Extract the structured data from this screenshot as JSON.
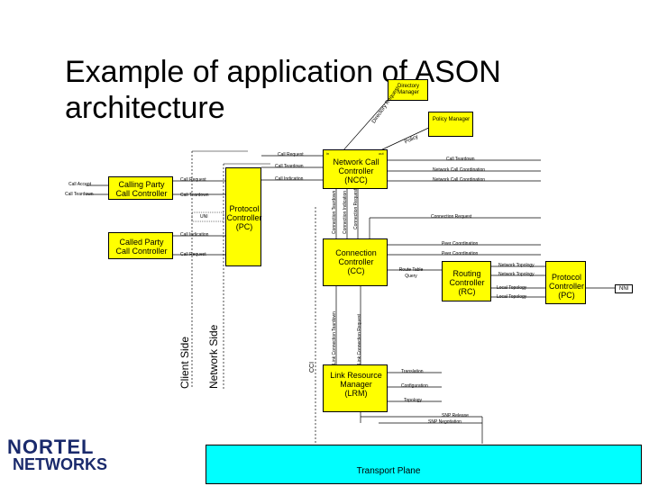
{
  "title_line1": "Example of application of ASON",
  "title_line2": "architecture",
  "logo": {
    "line1": "NORTEL",
    "line2": "NETWORKS"
  },
  "boxes": {
    "directory_manager": "Directory Manager",
    "policy_manager": "Policy Manager",
    "calling_party": "Calling Party Call Controller",
    "called_party": "Called Party Call Controller",
    "network_call_controller": "Network Call Controller (NCC)",
    "protocol_controller_left": "Protocol Controller (PC)",
    "connection_controller": "Connection Controller (CC)",
    "routing_controller": "Routing Controller (RC)",
    "protocol_controller_right": "Protocol Controller (PC)",
    "link_resource_manager": "Link Resource Manager (LRM)",
    "transport_plane": "Transport Plane"
  },
  "sides": {
    "client": "Client Side",
    "network": "Network Side"
  },
  "labels": {
    "directory_request": "Directory Request",
    "policy": "Policy",
    "call_request_top": "Call Request",
    "call_teardown_top": "Call Teardown",
    "call_indication_top": "Call Indication",
    "call_accept": "Call Accept",
    "call_teardown_left": "Call Teardown",
    "call_request_left": "Call Request",
    "call_teardown_mid": "Call Teardown",
    "uni": "UNI",
    "call_indication_mid": "Call Indication",
    "call_request_low": "Call Request",
    "call_teardown_right": "Call Teardown",
    "net_call_coord_1": "Network Call Coordination",
    "net_call_coord_2": "Network Call Coordination",
    "connection_request": "Connection Request",
    "connection_teardown_v": "Connection Teardown",
    "connection_indication_v": "Connection Indication",
    "connection_request_v": "Connection Request",
    "peer_coord_1": "Peer Coordination",
    "peer_coord_2": "Peer Coordination",
    "route_table_query": "Route Table Query",
    "network_topology_1": "Network Topology",
    "network_topology_2": "Network Topology",
    "local_topology_1": "Local Topology",
    "local_topology_2": "Local Topology",
    "nni": "NNI",
    "link_connection_teardown": "Link Connection Teardown",
    "link_connection_request": "Link Connection Request",
    "cci": "CCI",
    "translation": "Translation",
    "configuration": "Configuration",
    "topology": "Topology",
    "snp_release": "SNP Release",
    "snp_negotiation": "SNP Negotiation"
  },
  "ports": {
    "in": "in",
    "out": "out"
  },
  "colors": {
    "box_fill": "#ffff00",
    "transport_fill": "#00ffff",
    "logo_blue": "#1a2a6c"
  }
}
